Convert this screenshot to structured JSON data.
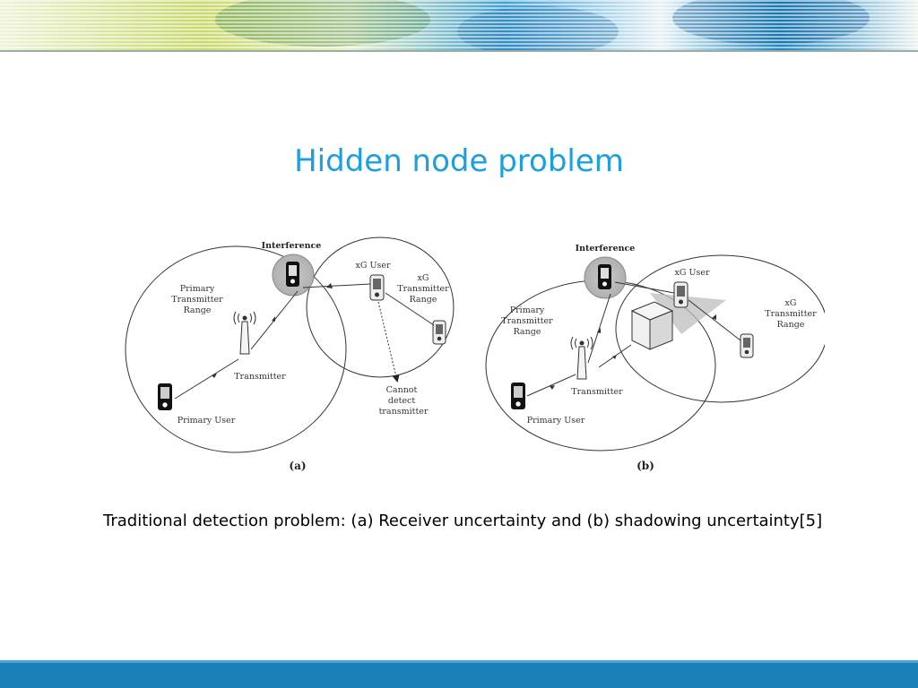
{
  "slide": {
    "title": "Hidden node problem",
    "caption": "Traditional detection problem: (a) Receiver uncertainty and (b) shadowing uncertainty[5]"
  },
  "diagram_a": {
    "interference": "Interference",
    "xg_user": "xG User",
    "xg_range_line1": "xG",
    "xg_range_line2": "Transmitter",
    "xg_range_line3": "Range",
    "primary_range_line1": "Primary",
    "primary_range_line2": "Transmitter",
    "primary_range_line3": "Range",
    "transmitter": "Transmitter",
    "primary_user": "Primary User",
    "cannot_line1": "Cannot",
    "cannot_line2": "detect",
    "cannot_line3": "transmitter",
    "label": "(a)"
  },
  "diagram_b": {
    "interference": "Interference",
    "xg_user": "xG User",
    "xg_range_line1": "xG",
    "xg_range_line2": "Transmitter",
    "xg_range_line3": "Range",
    "primary_range_line1": "Primary",
    "primary_range_line2": "Transmitter",
    "primary_range_line3": "Range",
    "transmitter": "Transmitter",
    "primary_user": "Primary User",
    "label": "(b)"
  },
  "colors": {
    "title": "#1aa0e0",
    "bottom_bar": "#1b7fb9"
  }
}
